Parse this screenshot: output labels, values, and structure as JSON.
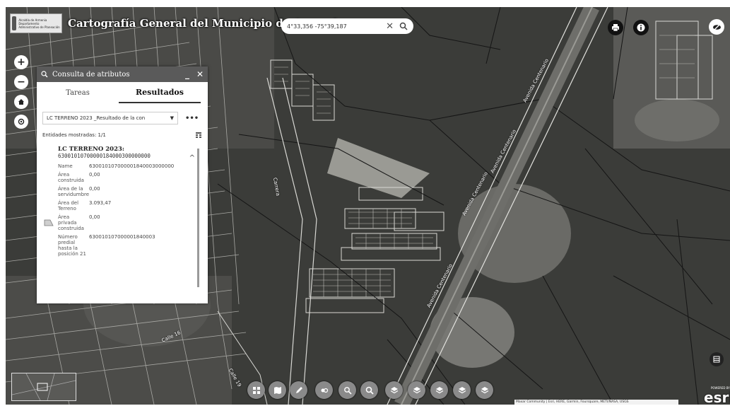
{
  "header": {
    "logo_text": "Alcaldía de Armenia Departamento Administrativo de Planeación",
    "title": "Cartografía General del Municipio de Armenia",
    "search_value": "4°33,356 -75°39,187"
  },
  "panel": {
    "title": "Consulta de atributos",
    "minimize": "_",
    "close": "✕",
    "tabs": [
      "Tareas",
      "Resultados"
    ],
    "active_tab": "Resultados",
    "layer_select": "LC TERRENO 2023 _Resultado de la con",
    "more": "•••",
    "entities_shown": "Entidades mostradas: 1/1",
    "feature": {
      "title": "LC TERRENO 2023:",
      "id": "63001010700000184000300000000",
      "attributes": [
        {
          "label": "Name",
          "value": "630010107000001840003000000"
        },
        {
          "label": "Área construida",
          "value": "0,00"
        },
        {
          "label": "Área de la servidumbre",
          "value": "0,00"
        },
        {
          "label": "Área del Terreno",
          "value": "3.093,47"
        },
        {
          "label": "Área privada construida",
          "value": "0,00"
        },
        {
          "label": "Número predial hasta la posición 21",
          "value": "630010107000001840003"
        }
      ]
    }
  },
  "map_labels": {
    "road1": "Avenida Centenario",
    "road2": "Avenida Centenario",
    "road3": "Avenida Centenario",
    "road4": "Avenida Centenario",
    "street1": "Calle 16",
    "street2": "Carrera",
    "street3": "Calle 19"
  },
  "attribution": "Maxar Community | Esri, HERE, Garmin, Foursquare, METI/NASA, USGS",
  "esri_logo": "esri",
  "esri_small": "POWERED BY",
  "colors": {
    "toolbar_grey": "#8a8a8a",
    "panel_header": "#5a5a5a",
    "map_bg": "#3d3d3b"
  }
}
